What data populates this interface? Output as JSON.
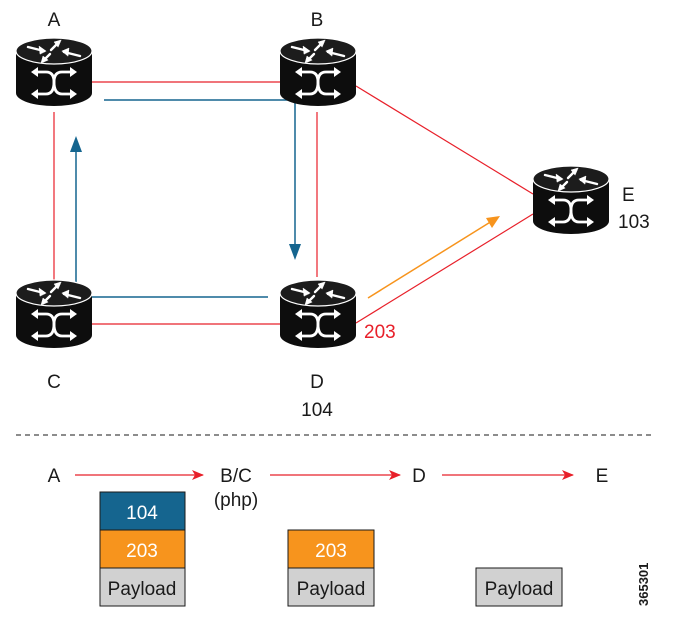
{
  "colors": {
    "link": "#e8202a",
    "lsp_blue": "#15658f",
    "lsp_orange": "#f7941d",
    "payload_bg": "#d1d1d1",
    "router": "#0d0d0d"
  },
  "routers": [
    {
      "id": "A",
      "label": "A",
      "sublabel": ""
    },
    {
      "id": "B",
      "label": "B",
      "sublabel": ""
    },
    {
      "id": "C",
      "label": "C",
      "sublabel": ""
    },
    {
      "id": "D",
      "label": "D",
      "sublabel": "104"
    },
    {
      "id": "E",
      "label": "E",
      "sublabel": "103"
    }
  ],
  "annotations": {
    "d_out_label": "203"
  },
  "path": {
    "hops": [
      "A",
      "B/C",
      "D",
      "E"
    ],
    "php_note": "(php)"
  },
  "stacks": [
    {
      "labels": [
        "104",
        "203"
      ],
      "payload": "Payload"
    },
    {
      "labels": [
        "203"
      ],
      "payload": "Payload"
    },
    {
      "labels": [],
      "payload": "Payload"
    }
  ],
  "figure_id": "365301"
}
